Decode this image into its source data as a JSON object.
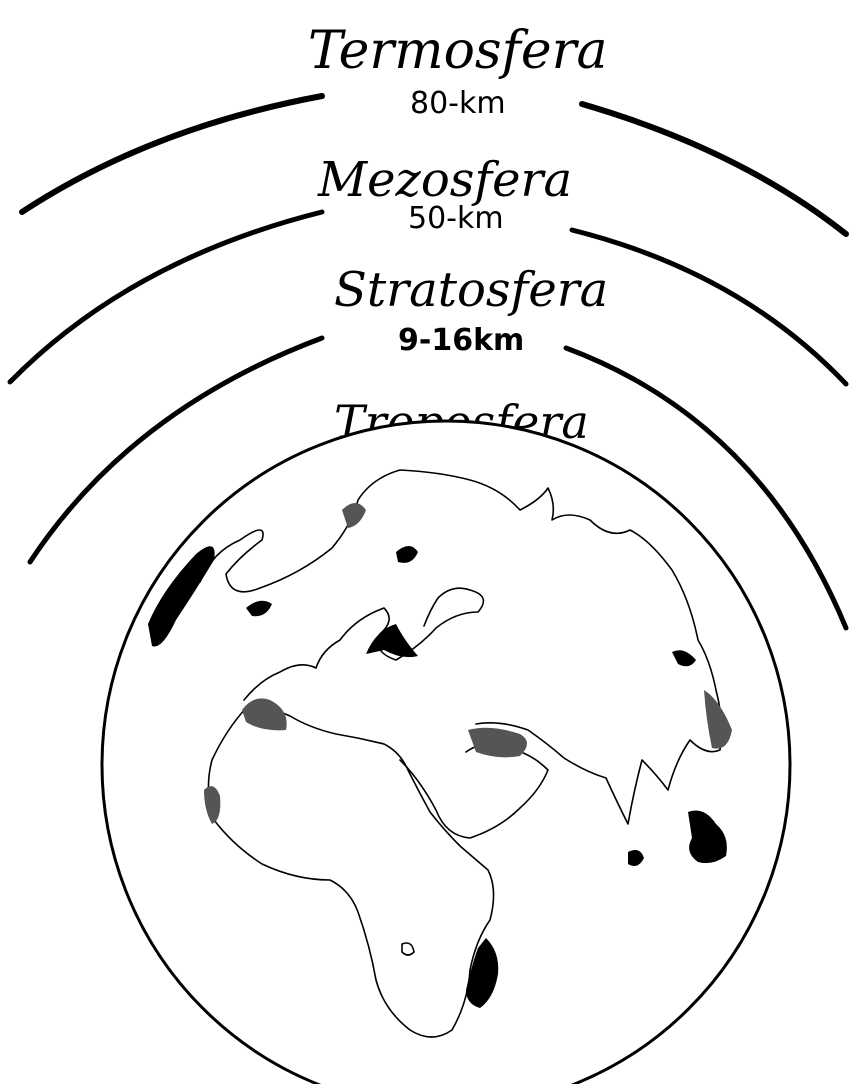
{
  "layers": [
    {
      "name": "Termosfera",
      "altitude": "80-km"
    },
    {
      "name": "Mezosfera",
      "altitude": "50-km"
    },
    {
      "name": "Stratosfera",
      "altitude": "9-16km"
    },
    {
      "name": "Troposfera",
      "altitude": ""
    }
  ],
  "colors": {
    "ink": "#000000",
    "paper": "#ffffff"
  }
}
